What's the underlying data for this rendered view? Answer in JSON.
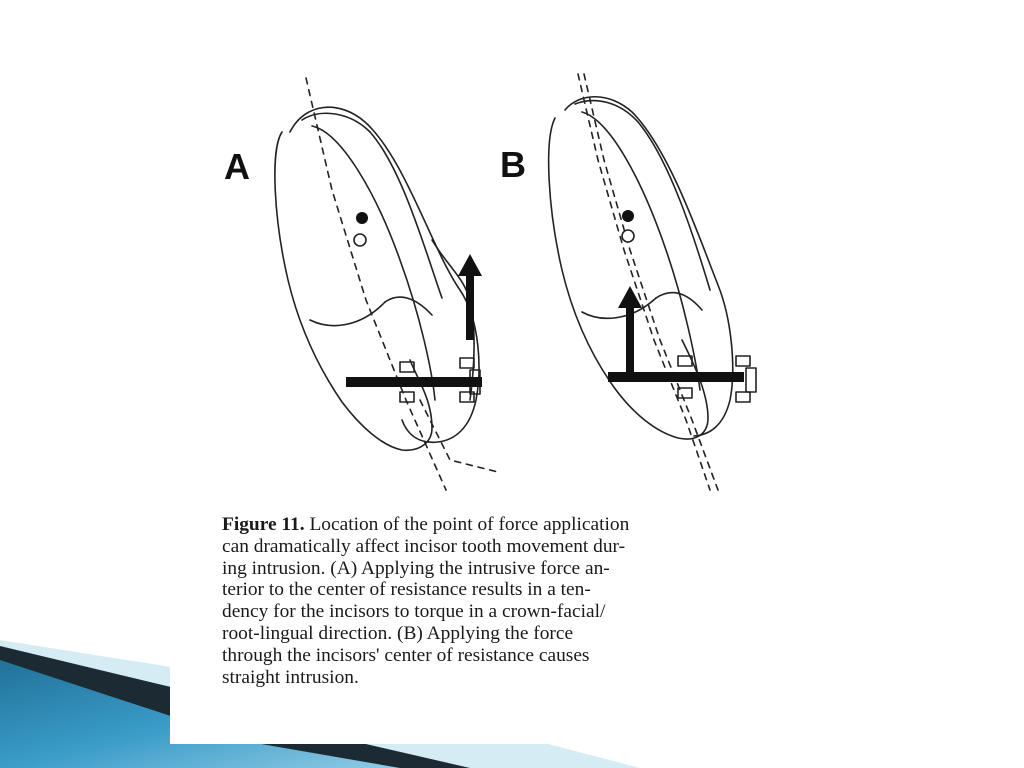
{
  "figure": {
    "panel_a_label": "A",
    "panel_b_label": "B",
    "caption_label": "Figure 11.",
    "caption_lines": [
      "Location of the point of force application",
      "can dramatically affect incisor tooth movement dur-",
      "ing intrusion. (A) Applying the intrusive force an-",
      "terior to the center of resistance results in a ten-",
      "dency for the incisors to torque in a crown-facial/",
      "root-lingual direction. (B) Applying the force",
      "through the incisors' center of resistance causes",
      "straight intrusion."
    ]
  },
  "colors": {
    "accent_dark": "#1c2a33",
    "accent_blue": "#2a7ea8",
    "accent_light": "#8ecae6",
    "accent_pale": "#d6ecf5"
  }
}
